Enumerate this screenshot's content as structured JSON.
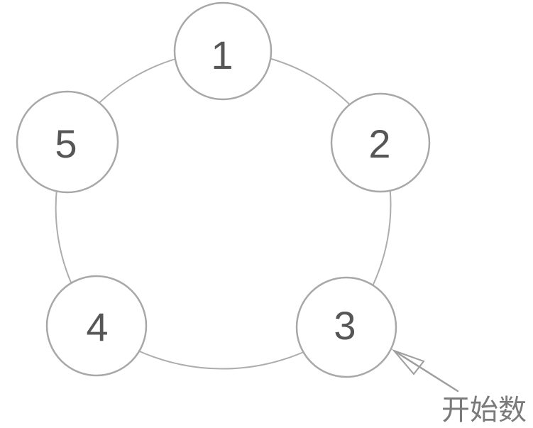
{
  "figure": {
    "nodes": [
      {
        "label": "1"
      },
      {
        "label": "2"
      },
      {
        "label": "3"
      },
      {
        "label": "4"
      },
      {
        "label": "5"
      }
    ],
    "arrow": {
      "points_to_node_label": "3"
    },
    "annotation": {
      "label": "开始数"
    },
    "colors": {
      "background": "#ffffff",
      "ring_stroke": "#adadad",
      "node_border": "#a8a8a8",
      "node_fill": "#ffffff",
      "number_text": "#565656",
      "arrow": "#9e9e9e",
      "annotation_text": "#7a7a7a"
    }
  }
}
